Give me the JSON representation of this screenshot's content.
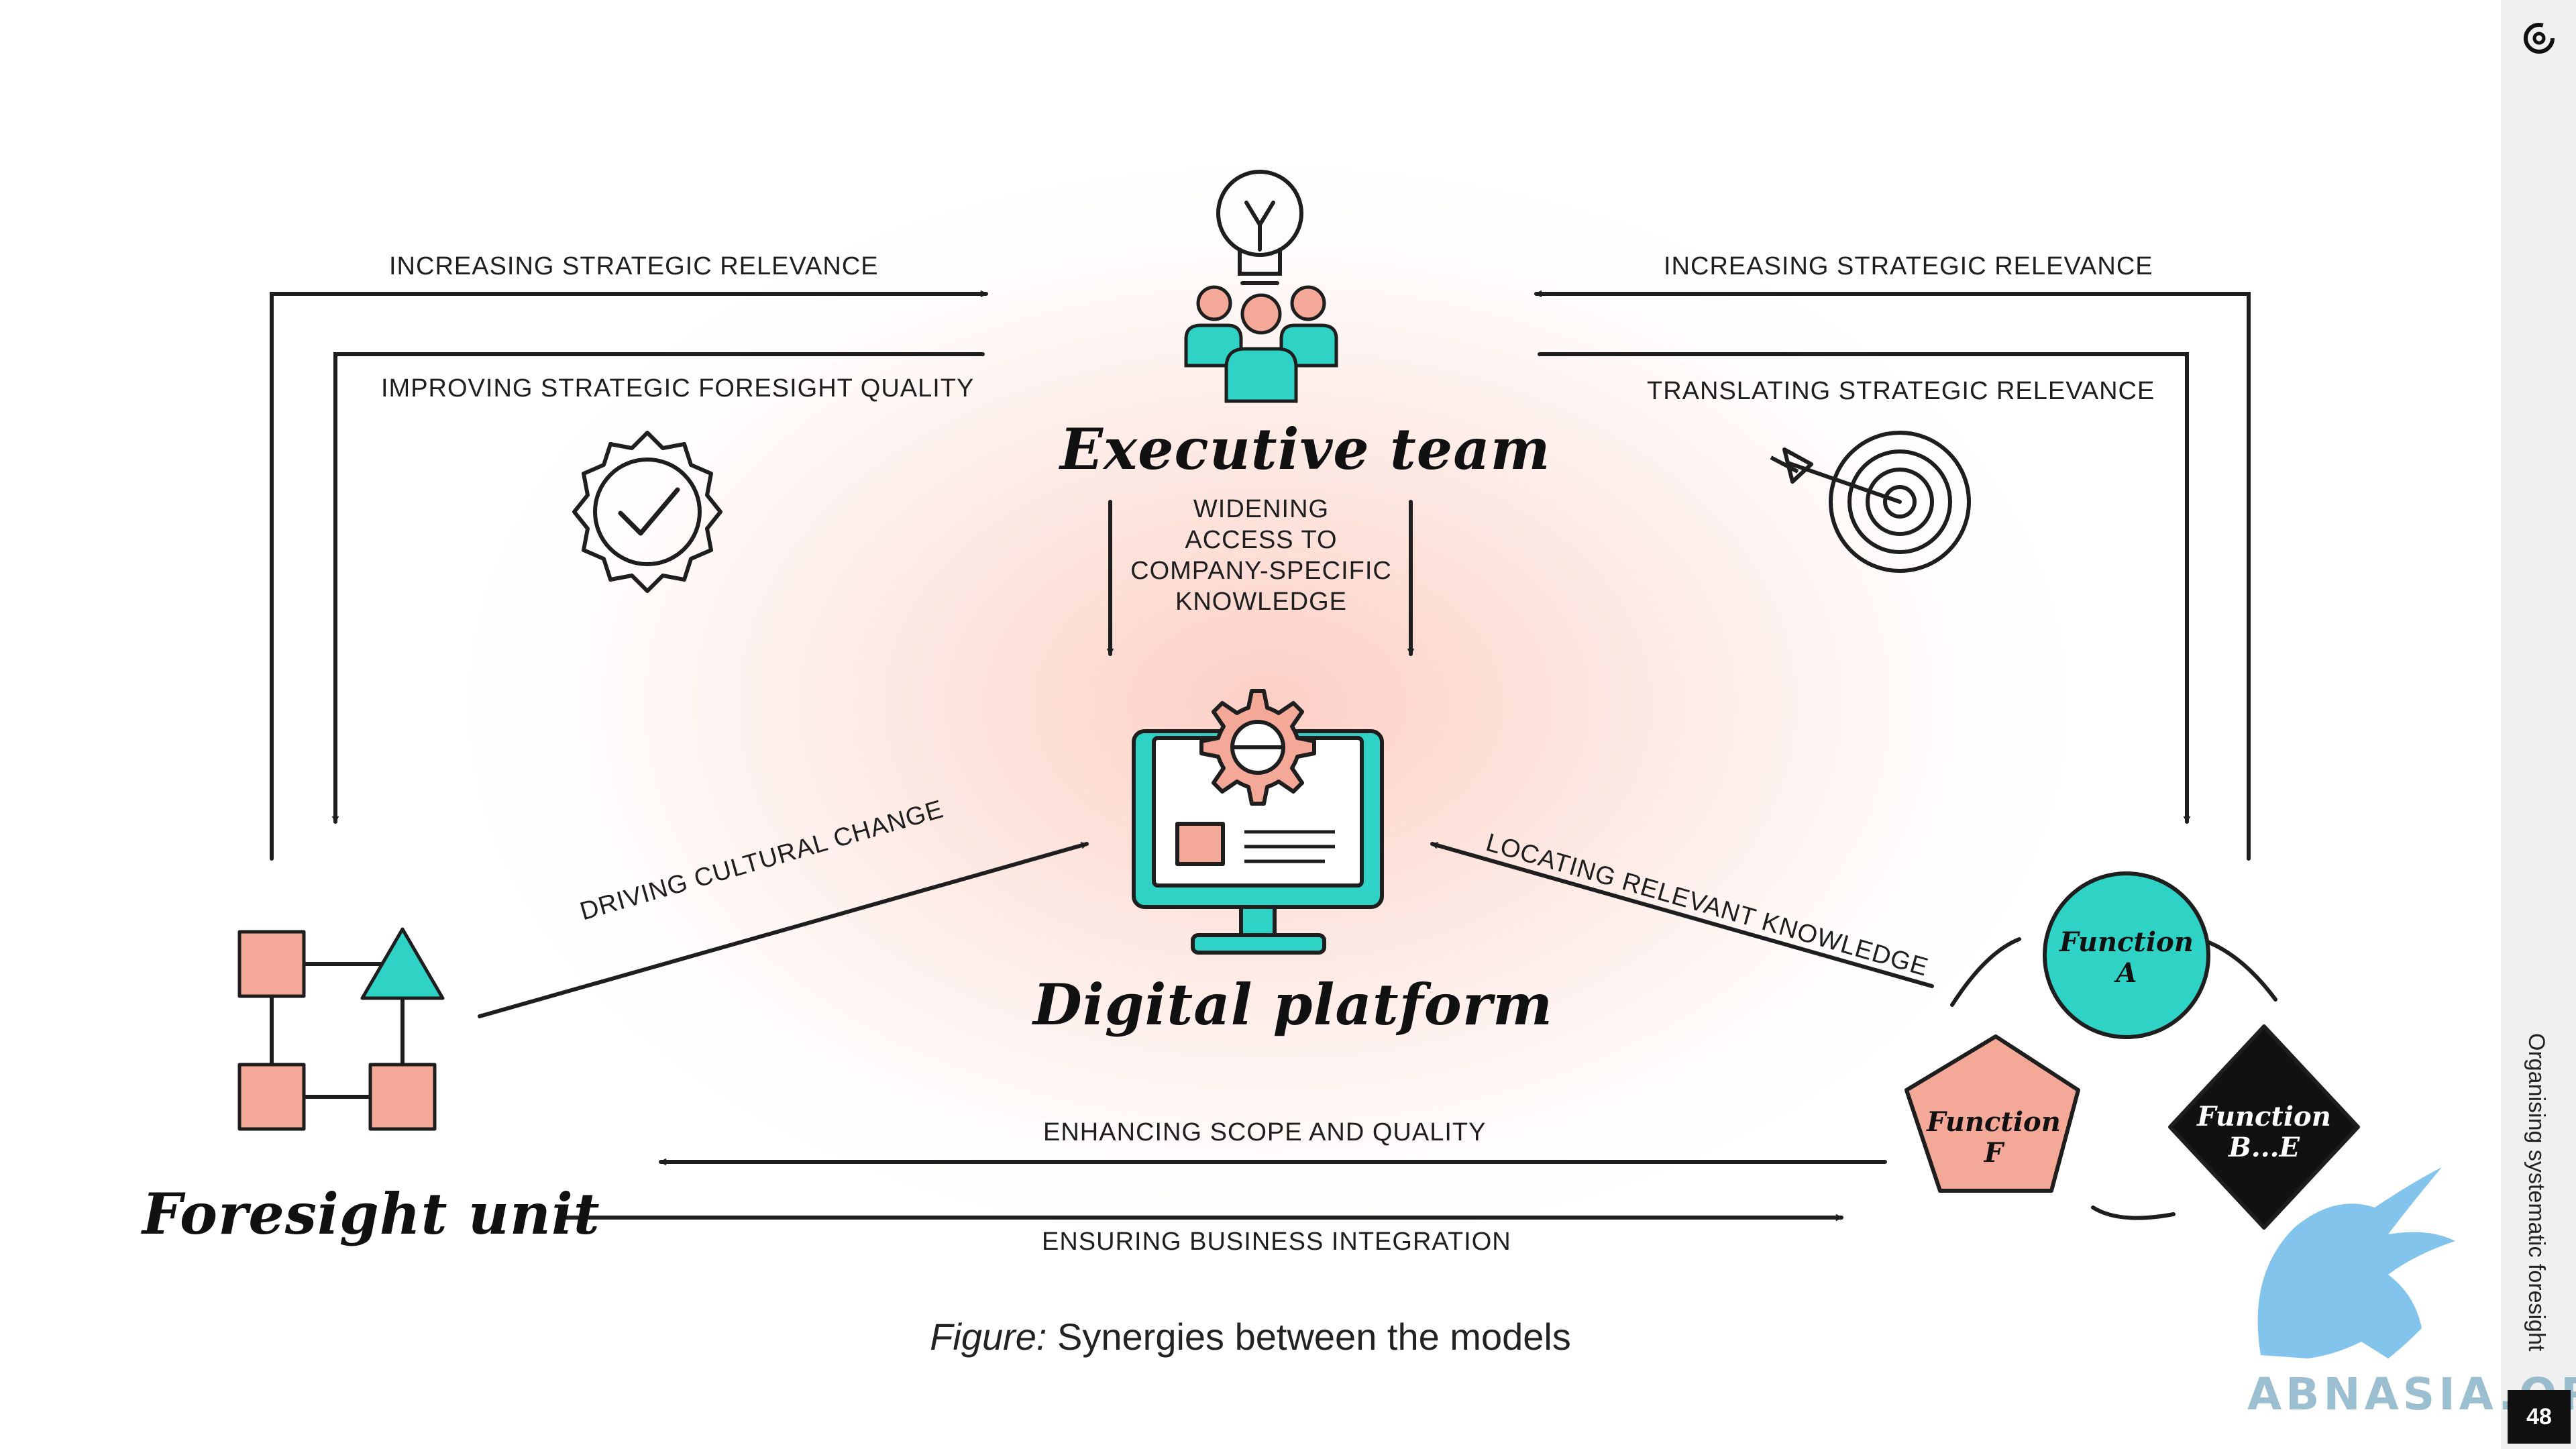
{
  "diagram": {
    "nodes": {
      "executive_team": "Executive team",
      "digital_platform": "Digital platform",
      "foresight_unit": "Foresight unit",
      "function_a": "Function A",
      "function_be": "Function B...E",
      "function_f": "Function F"
    },
    "edges": {
      "top_left_outer": "Increasing strategic relevance",
      "top_left_inner": "Improving strategic foresight quality",
      "top_right_outer": "Increasing strategic relevance",
      "top_right_inner": "Translating strategic relevance",
      "exec_to_platform": [
        "Widening",
        "access to",
        "company-specific",
        "knowledge"
      ],
      "foresight_to_platform": "Driving cultural change",
      "functions_to_platform": "Locating relevant knowledge",
      "functions_to_foresight": "Enhancing scope and quality",
      "foresight_to_functions": "Ensuring business integration"
    }
  },
  "caption": {
    "prefix": "Figure:",
    "text": "Synergies between the models"
  },
  "sidebar": {
    "section_title": "Organising systematic foresight",
    "page_number": "48"
  },
  "watermark": "ABNASIA.ORG",
  "colors": {
    "salmon": "#f4a898",
    "teal": "#2fd3c6",
    "ink": "#1e1e1e",
    "glow": "#fbb4a4"
  },
  "icons": [
    "lightbulb-icon",
    "team-icon",
    "badge-check-icon",
    "target-icon",
    "monitor-gear-icon",
    "org-shapes-icon",
    "brand-logo-icon"
  ]
}
